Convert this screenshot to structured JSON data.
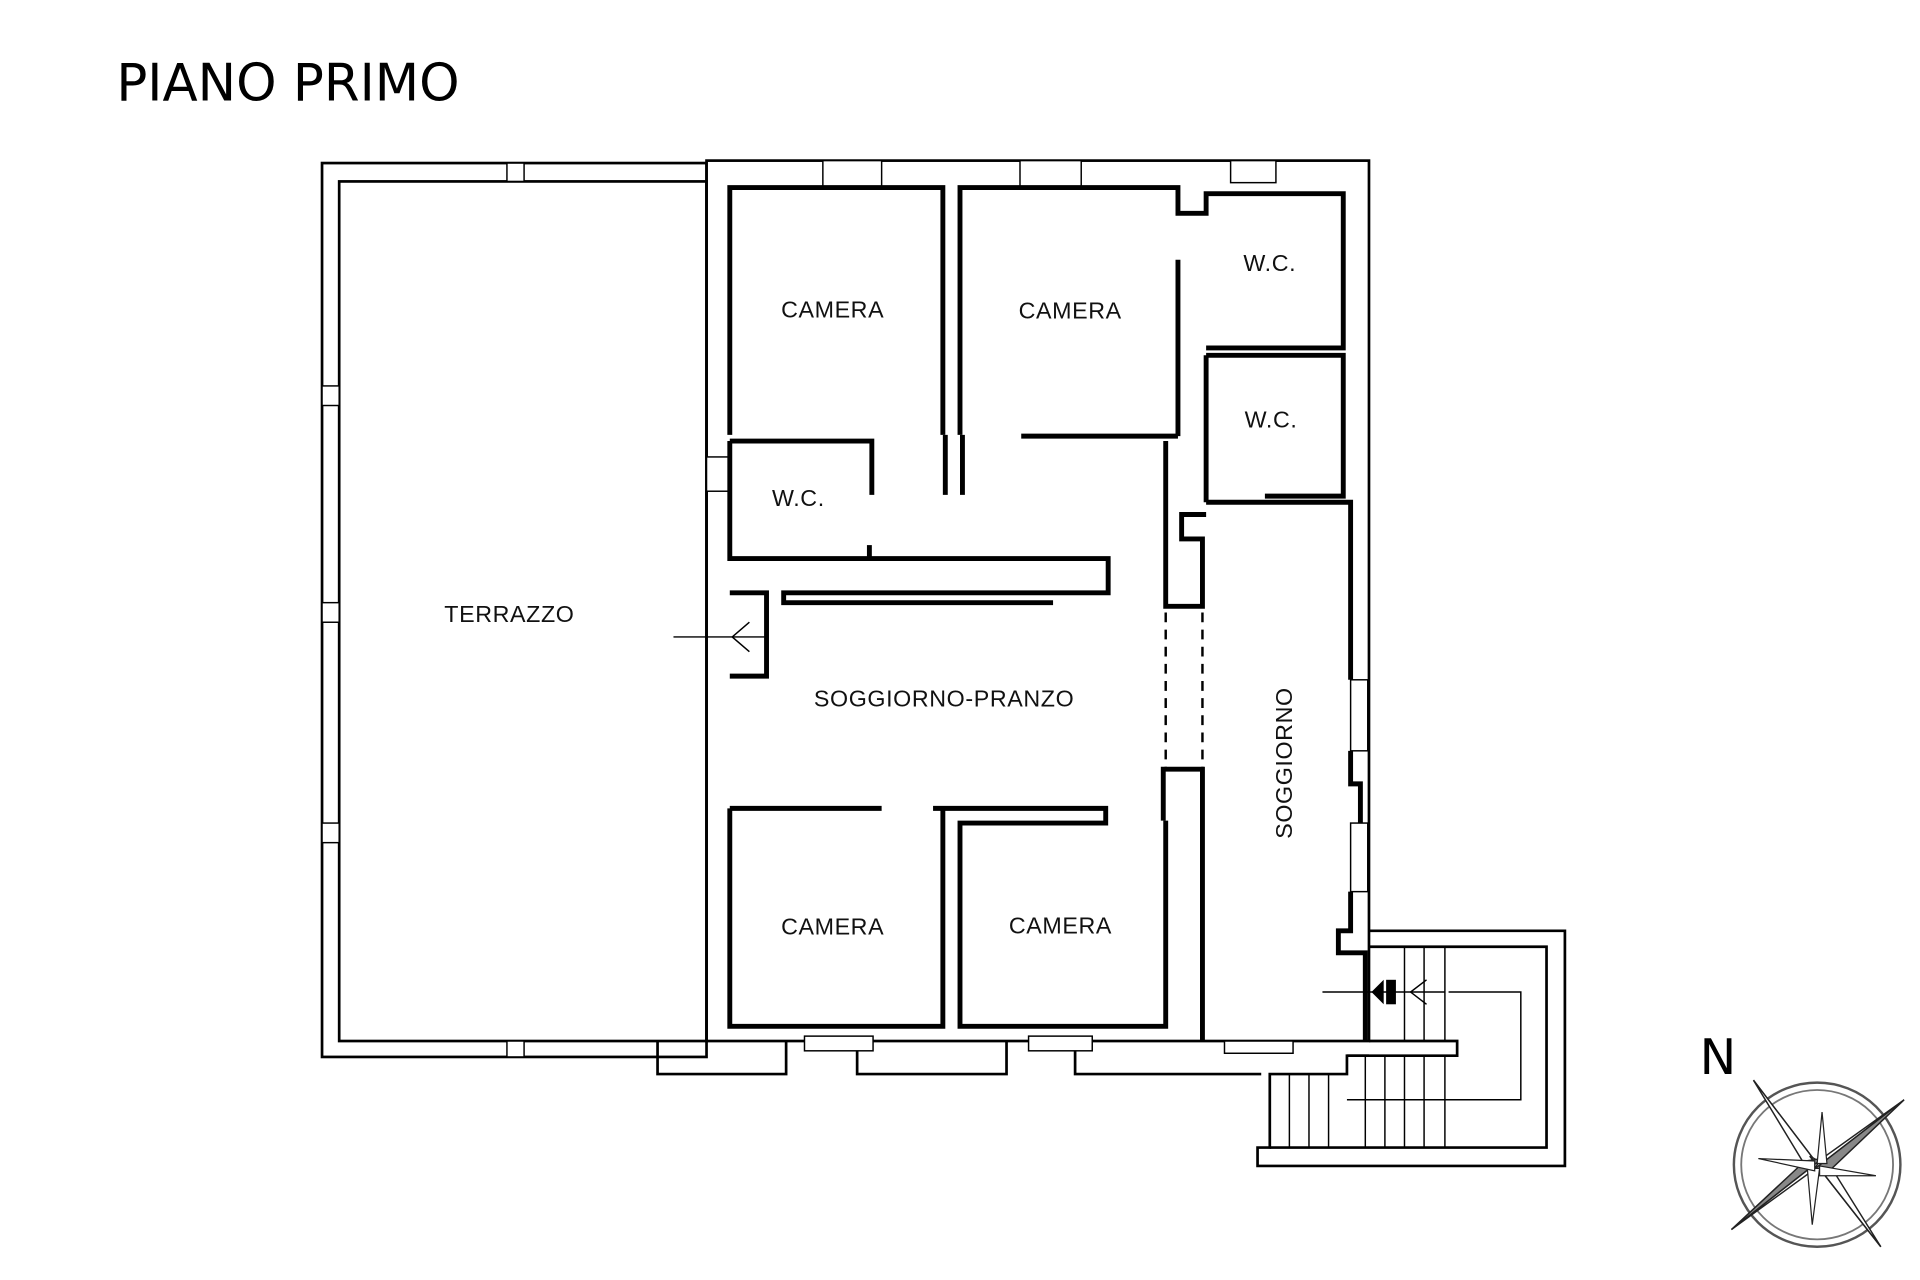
{
  "title": "PIANO PRIMO",
  "rooms": {
    "terrazzo": "TERRAZZO",
    "camera_top_left": "CAMERA",
    "camera_top_mid": "CAMERA",
    "wc_top_right": "W.C.",
    "wc_mid_right": "W.C.",
    "wc_left": "W.C.",
    "soggiorno_pranzo": "SOGGIORNO-PRANZO",
    "soggiorno": "SOGGIORNO",
    "camera_bottom_left": "CAMERA",
    "camera_bottom_mid": "CAMERA"
  },
  "compass": {
    "label": "N"
  }
}
